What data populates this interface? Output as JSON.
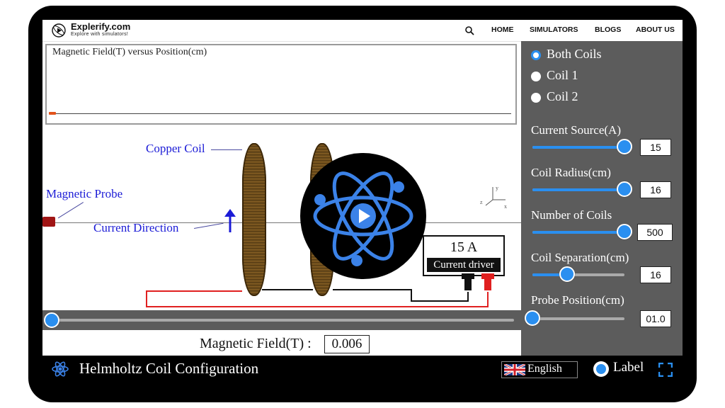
{
  "navbar": {
    "brand": "Explerify.com",
    "tagline": "Explore with simulators!",
    "search_icon": "search-icon",
    "links": [
      "HOME",
      "SIMULATORS",
      "BLOGS",
      "ABOUT US"
    ]
  },
  "graph": {
    "title": "Magnetic Field(T) versus Position(cm)"
  },
  "labels": {
    "copper_coil": "Copper Coil",
    "magnetic_probe": "Magnetic Probe",
    "current_direction": "Current Direction"
  },
  "driver": {
    "amps": "15 A",
    "label": "Current driver"
  },
  "axes": {
    "x": "x",
    "y": "y",
    "z": "z"
  },
  "readout": {
    "label": "Magnetic Field(T) :",
    "value": "0.006"
  },
  "controls": {
    "radios": [
      {
        "label": "Both Coils",
        "selected": true
      },
      {
        "label": "Coil 1",
        "selected": false
      },
      {
        "label": "Coil 2",
        "selected": false
      }
    ],
    "sliders": [
      {
        "label": "Current Source(A)",
        "value": "15",
        "level": 1.0
      },
      {
        "label": "Coil Radius(cm)",
        "value": "16",
        "level": 1.0
      },
      {
        "label": "Number of Coils",
        "value": "500",
        "level": 1.0
      },
      {
        "label": "Coil Separation(cm)",
        "value": "16",
        "level": 0.38
      },
      {
        "label": "Probe Position(cm)",
        "value": "01.0",
        "level": 0.0
      }
    ]
  },
  "footer": {
    "title": "Helmholtz Coil Configuration",
    "language": "English",
    "label_toggle": "Label"
  },
  "colors": {
    "accent": "#2a8ff0",
    "panel": "#5c5c5c",
    "label_blue": "#1b1bd6",
    "wire_red": "#e02020"
  }
}
